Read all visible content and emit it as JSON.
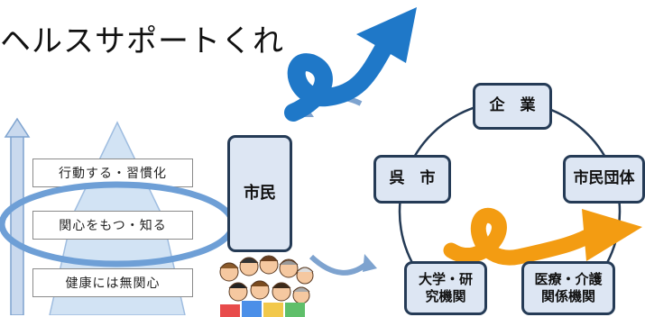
{
  "title": "ヘルスサポートくれ",
  "stages": {
    "top": "行動する・習慣化",
    "middle": "関心をもつ・知る",
    "bottom": "健康には無関心"
  },
  "citizen_box": "市民",
  "network": {
    "company": "企　業",
    "city": "呉　市",
    "civic": "市民団体",
    "university": "大学・研\n究機関",
    "medical": "医療・介護\n関係機関"
  },
  "colors": {
    "box_fill": "#dde6f3",
    "box_border": "#253b56",
    "blue_arrow": "#1f78c8",
    "orange_arrow": "#f39c12",
    "highlight_ring": "#6e9fd6"
  }
}
